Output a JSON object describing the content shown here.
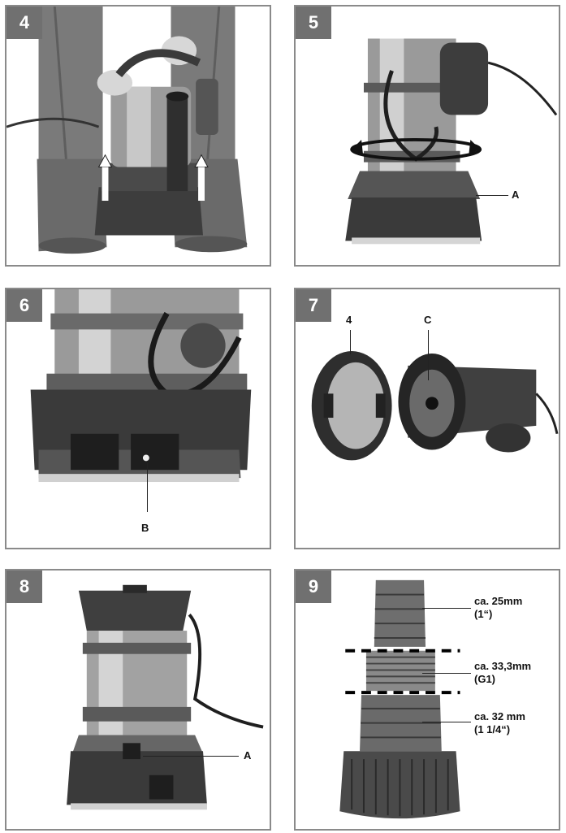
{
  "panels": [
    {
      "number": "4"
    },
    {
      "number": "5",
      "callouts": {
        "a": "A"
      }
    },
    {
      "number": "6",
      "callouts": {
        "b": "B"
      }
    },
    {
      "number": "7",
      "callouts": {
        "four": "4",
        "c": "C"
      }
    },
    {
      "number": "8",
      "callouts": {
        "a": "A"
      }
    },
    {
      "number": "9",
      "callouts": {
        "d1": "ca. 25mm",
        "d1_sub": "(1“)",
        "d2": "ca. 33,3mm",
        "d2_sub": "(G1)",
        "d3": "ca. 32 mm",
        "d3_sub": "(1 1/4“)"
      }
    }
  ],
  "icons": [
    "up-arrow-icon",
    "rotate-arrow-icon"
  ]
}
